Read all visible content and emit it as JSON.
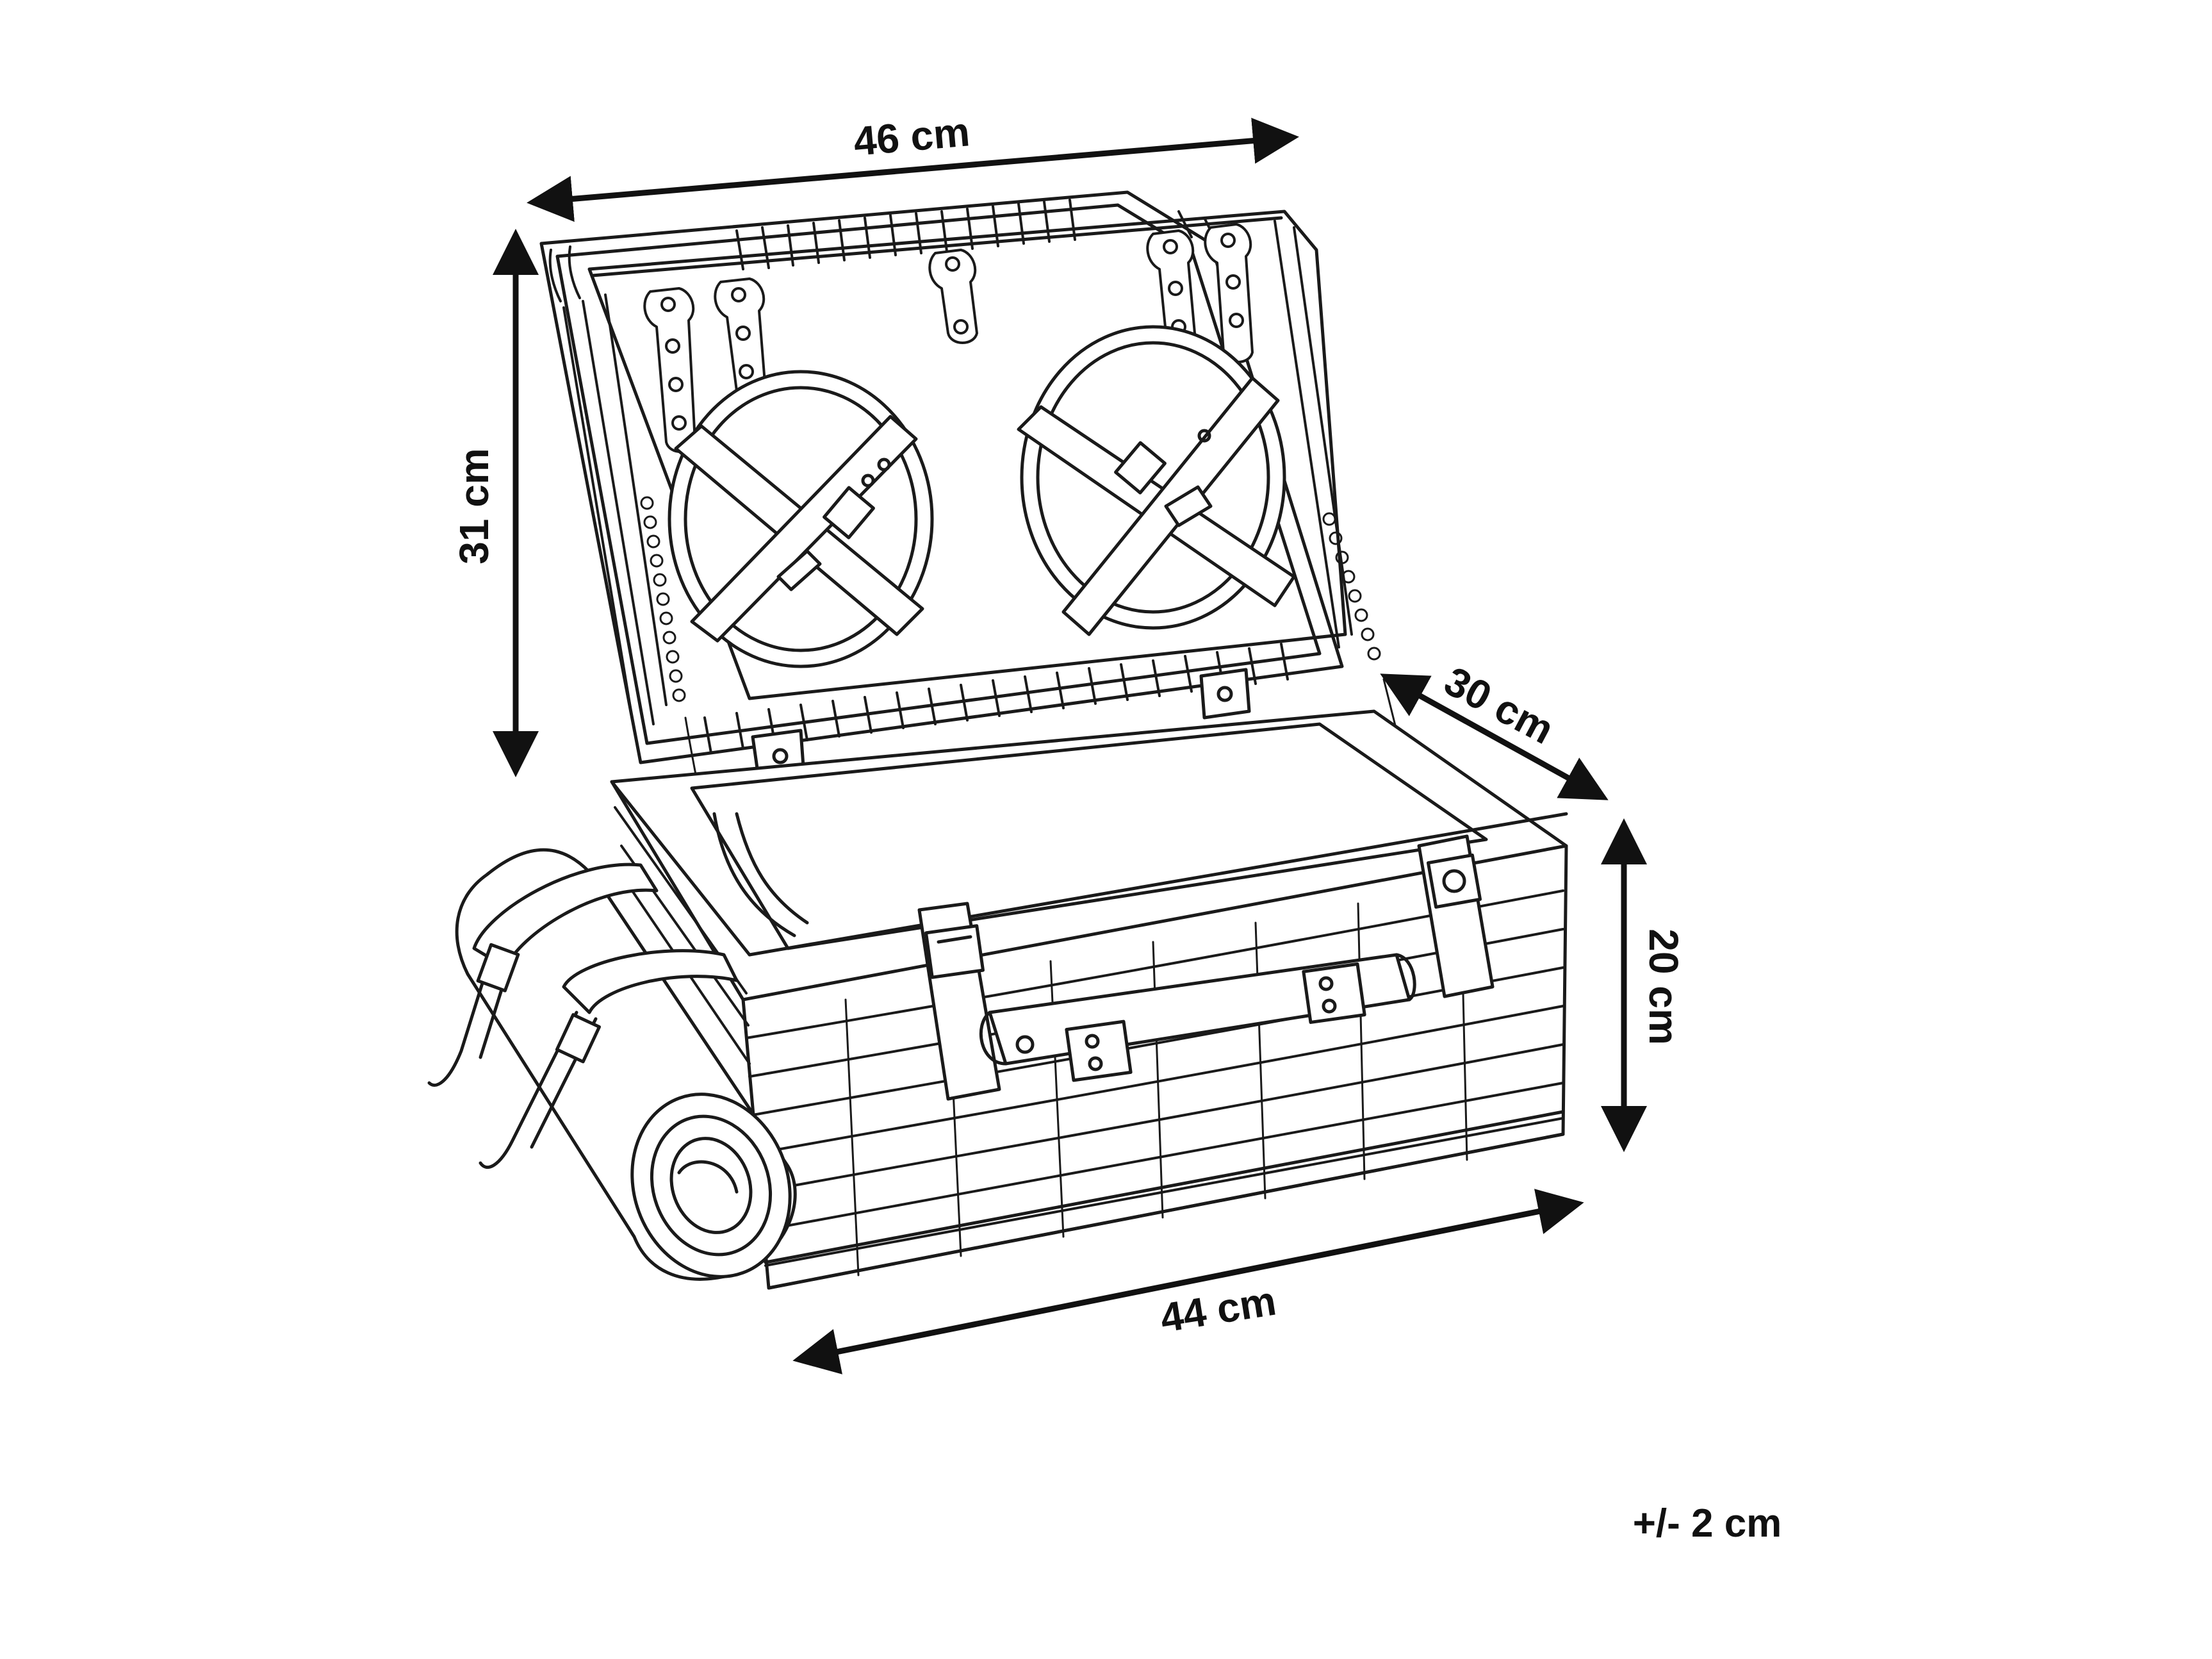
{
  "dimensions": {
    "width_top": "46 cm",
    "height_lid": "31 cm",
    "depth": "30 cm",
    "height_body": "20 cm",
    "width_bottom": "44 cm"
  },
  "tolerance": "+/- 2 cm",
  "colors": {
    "line": "#1a1a1a",
    "arrow": "#111111",
    "background": "#ffffff"
  }
}
